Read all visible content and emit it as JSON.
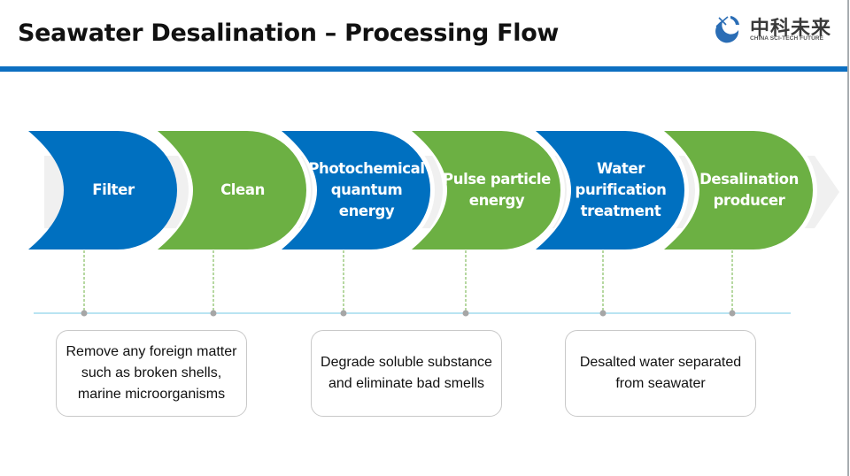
{
  "header": {
    "title": "Seawater Desalination – Processing Flow",
    "logo": {
      "icon": "china-sci-tech-logo-icon",
      "name_cn": "中科未来",
      "name_en": "CHINA SCI-TECH FUTURE"
    }
  },
  "colors": {
    "blue": "#0070c0",
    "green": "#6cb043",
    "title_bar": "#0d6fc1",
    "timeline": "#8fd3ea",
    "dot": "#a6a6a6",
    "dashed_connector": "#6cb043",
    "arrow_band": "#f0f0f0"
  },
  "steps": [
    {
      "label": "Filter",
      "color": "blue"
    },
    {
      "label": "Clean",
      "color": "green"
    },
    {
      "label": "Photochemical\nquantum\nenergy",
      "color": "blue"
    },
    {
      "label": "Pulse particle\nenergy",
      "color": "green"
    },
    {
      "label": "Water\npurification\ntreatment",
      "color": "blue"
    },
    {
      "label": "Desalination\nproducer",
      "color": "green"
    }
  ],
  "descriptions": [
    {
      "text": "Remove any foreign matter such as broken shells, marine microorganisms"
    },
    {
      "text": "Degrade soluble substance and eliminate bad smells"
    },
    {
      "text": "Desalted water separated from seawater"
    }
  ]
}
